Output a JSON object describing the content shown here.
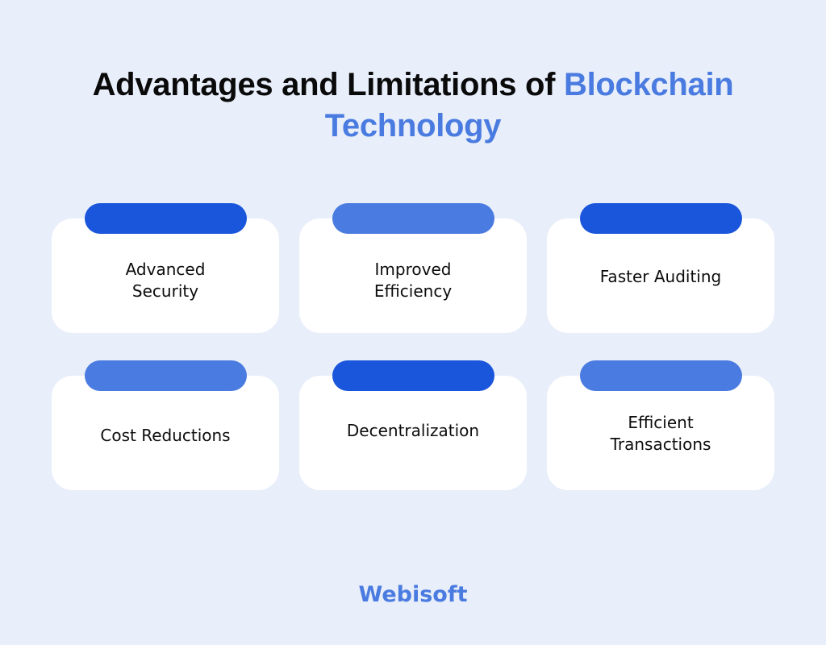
{
  "title": {
    "part1": "Advantages and Limitations of ",
    "part2": "Blockchain",
    "part3": "Technology"
  },
  "colors": {
    "background": "#e8eefa",
    "card": "#ffffff",
    "dark_blue": "#1a56db",
    "light_blue": "#4a7be0",
    "title_text": "#0a0a0a"
  },
  "cards": [
    {
      "label": "Advanced Security",
      "pill_color": "dark"
    },
    {
      "label": "Improved Efficiency",
      "pill_color": "light"
    },
    {
      "label": "Faster Auditing",
      "pill_color": "dark"
    },
    {
      "label": "Cost Reductions",
      "pill_color": "light"
    },
    {
      "label": "Decentralization",
      "pill_color": "dark"
    },
    {
      "label": "Efficient Transactions",
      "pill_color": "light"
    }
  ],
  "footer": {
    "brand": "Webisoft"
  }
}
